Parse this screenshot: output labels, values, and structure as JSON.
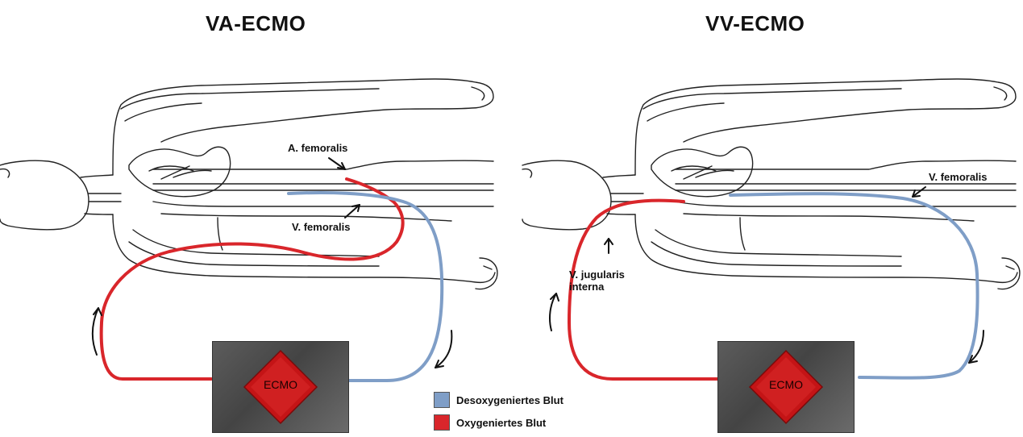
{
  "panels": {
    "va": {
      "title": "VA-ECMO",
      "labels": {
        "artery": "A. femoralis",
        "vein": "V. femoralis"
      },
      "device": "ECMO"
    },
    "vv": {
      "title": "VV-ECMO",
      "labels": {
        "vein_femoral": "V. femoralis",
        "vein_jugular_line1": "V. jugularis",
        "vein_jugular_line2": "interna"
      },
      "device": "ECMO"
    }
  },
  "legend": {
    "items": [
      {
        "label": "Desoxygeniertes Blut",
        "color": "#7f9ec7"
      },
      {
        "label": "Oxygeniertes Blut",
        "color": "#d9262b"
      }
    ]
  },
  "colors": {
    "deoxygenated": "#7f9ec7",
    "oxygenated": "#d9262b",
    "outline": "#222222",
    "device": "#505050",
    "diamond": "#c41416"
  }
}
